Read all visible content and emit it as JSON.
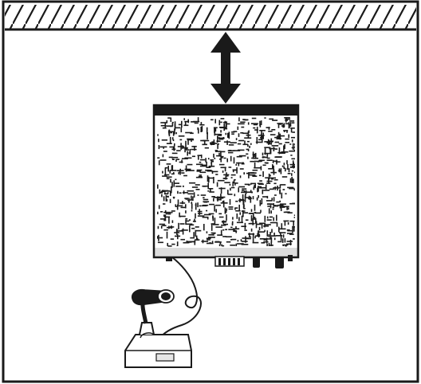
{
  "figure": {
    "subject": "clearance-diagram",
    "elements": [
      "ceiling-hatch",
      "clearance-arrow",
      "transceiver-unit",
      "desk-microphone",
      "mic-cable"
    ],
    "colors": {
      "ink": "#1a1a1a",
      "paper": "#ffffff",
      "speckle_light": "#f2f2f2"
    }
  }
}
